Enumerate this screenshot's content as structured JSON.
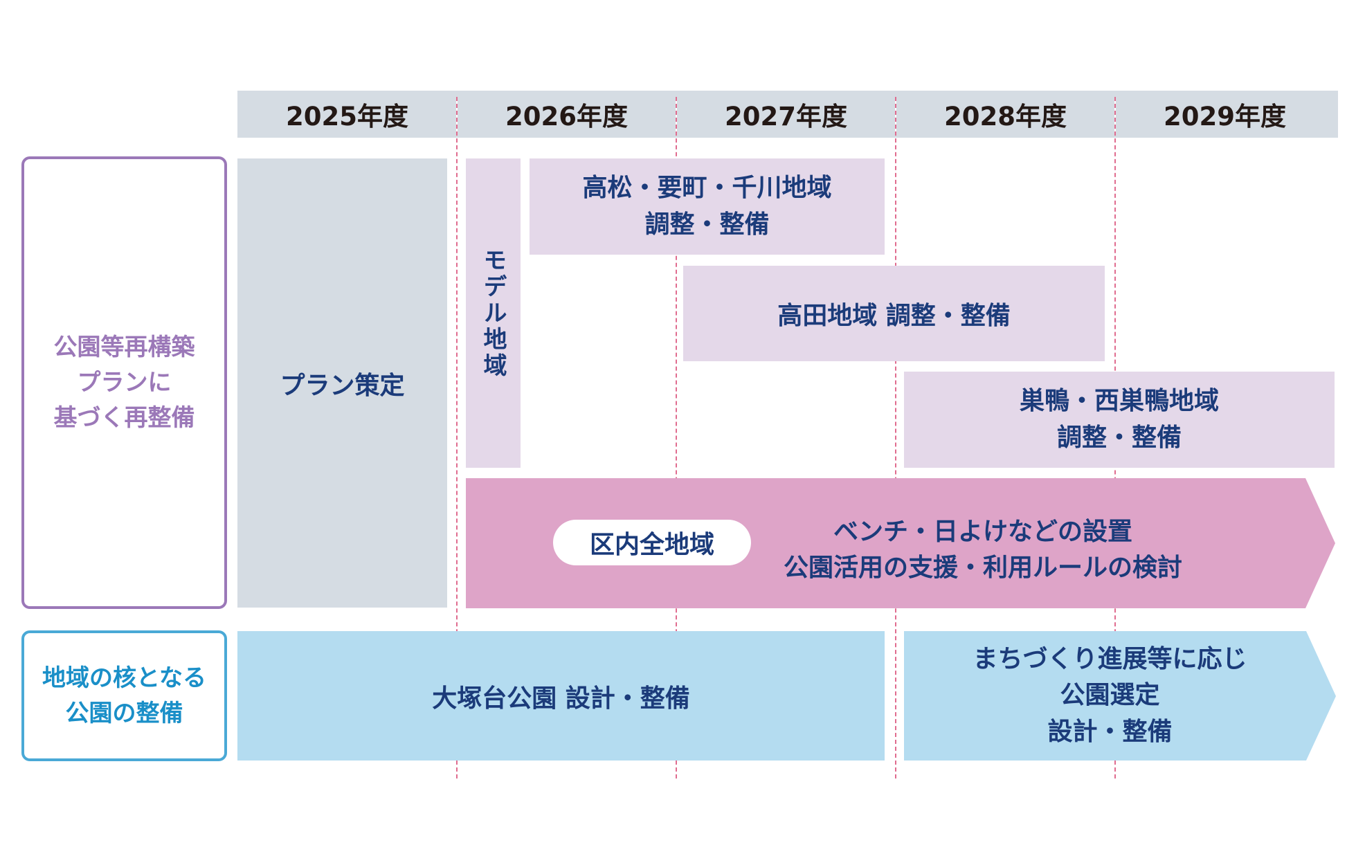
{
  "years": [
    "2025年度",
    "2026年度",
    "2027年度",
    "2028年度",
    "2029年度"
  ],
  "rows": {
    "park_rebuild_label": [
      "公園等再構築",
      "プランに",
      "基づく再整備"
    ],
    "core_park_label": [
      "地域の核となる",
      "公園の整備"
    ]
  },
  "bars": {
    "plan": "プラン策定",
    "model_area": "モデル地域",
    "takamatsu": [
      "高松・要町・千川地域",
      "調整・整備"
    ],
    "takada": "高田地域 調整・整備",
    "sugamo": [
      "巣鴨・西巣鴨地域",
      "調整・整備"
    ],
    "all_area_badge": "区内全地域",
    "all_area": [
      "ベンチ・日よけなどの設置",
      "公園活用の支援・利用ルールの検討"
    ],
    "otsukadai": "大塚台公園 設計・整備",
    "future": [
      "まちづくり進展等に応じ",
      "公園選定",
      "設計・整備"
    ]
  },
  "colors": {
    "header": "#d5dce3",
    "plan": "#d5dce3",
    "lavender": "#e4d8e9",
    "pink": "#dea4c8",
    "blue": "#b4dcf0",
    "purple_border": "#9b78b8",
    "blue_border": "#4aa9d6",
    "navy_text": "#1b3b7a",
    "dashed": "#e06c8f"
  }
}
